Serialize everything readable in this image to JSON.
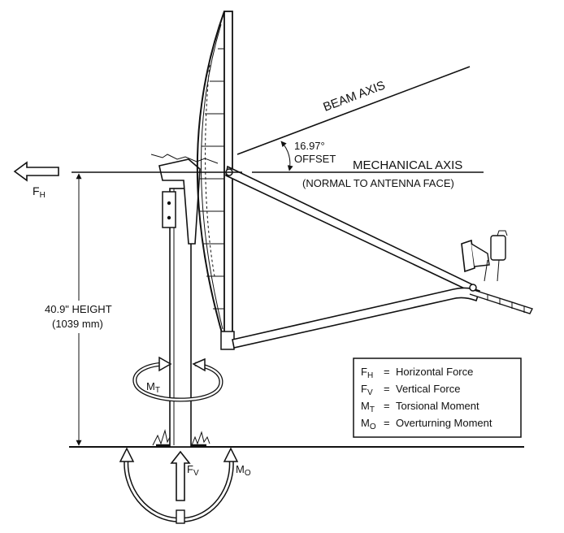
{
  "labels": {
    "beam_axis": "BEAM AXIS",
    "offset_angle": "16.97°",
    "offset": "OFFSET",
    "mechanical_axis": "MECHANICAL AXIS",
    "normal_to_face": "(NORMAL TO ANTENNA FACE)",
    "height": "40.9\" HEIGHT",
    "height_mm": "(1039 mm)"
  },
  "symbols": {
    "fh": {
      "main": "F",
      "sub": "H"
    },
    "fv": {
      "main": "F",
      "sub": "V"
    },
    "mt": {
      "main": "M",
      "sub": "T"
    },
    "mo": {
      "main": "M",
      "sub": "O"
    }
  },
  "legend": [
    {
      "main": "F",
      "sub": "H",
      "eq": "=",
      "desc": "Horizontal Force"
    },
    {
      "main": "F",
      "sub": "V",
      "eq": "=",
      "desc": "Vertical Force"
    },
    {
      "main": "M",
      "sub": "T",
      "eq": "=",
      "desc": "Torsional Moment"
    },
    {
      "main": "M",
      "sub": "O",
      "eq": "=",
      "desc": "Overturning Moment"
    }
  ]
}
